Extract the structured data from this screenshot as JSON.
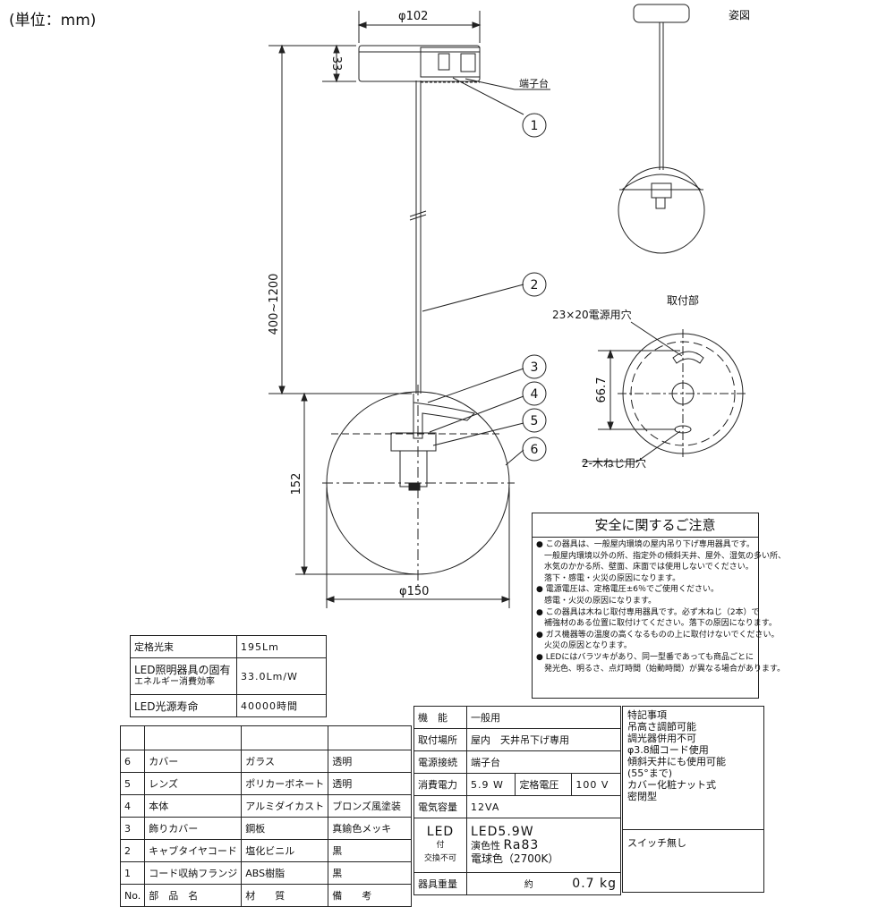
{
  "unit_note": "(単位：mm)",
  "view_label": "姿図",
  "dims": {
    "flange_dia": "φ102",
    "flange_h": "33",
    "cord_len": "400~1200",
    "globe_h": "152",
    "globe_dia": "φ150",
    "mount_dist": "66.7"
  },
  "labels": {
    "terminal": "端子台",
    "mount_section": "取付部",
    "power_hole": "23×20電源用穴",
    "screw_holes": "2-木ねじ用穴"
  },
  "callouts": [
    "1",
    "2",
    "3",
    "4",
    "5",
    "6"
  ],
  "safety": {
    "title": "安全に関するご注意",
    "lines": [
      "● この器具は、一般屋内環境の屋内吊り下げ専用器具です。",
      "　一般屋内環境以外の所、指定外の傾斜天井、屋外、湿気の多い所、",
      "　水気のかかる所、壁面、床面では使用しないでください。",
      "　落下・感電・火災の原因になります。",
      "● 電源電圧は、定格電圧±6％でご使用ください。",
      "　感電・火災の原因になります。",
      "● この器具は木ねじ取付専用器具です。必ず木ねじ（2本）で",
      "　補強材のある位置に取付けてください。落下の原因になります。",
      "● ガス機器等の温度の高くなるものの上に取付けないでください。",
      "　火災の原因となります。",
      "● LEDにはバラツキがあり、同一型番であっても商品ごとに",
      "　発光色、明るさ、点灯時間（始動時間）が異なる場合があります。"
    ]
  },
  "perf": {
    "rows": [
      {
        "label": "定格光束",
        "value": "195Lm"
      },
      {
        "label": "LED照明器具の固有",
        "label2": "エネルギー消費効率",
        "value": "33.0Lm/W"
      },
      {
        "label": "LED光源寿命",
        "value": "40000時間"
      }
    ]
  },
  "parts": {
    "rows": [
      {
        "no": "6",
        "name": "カバー",
        "material": "ガラス",
        "remark": "透明"
      },
      {
        "no": "5",
        "name": "レンズ",
        "material": "ポリカーボネート",
        "remark": "透明"
      },
      {
        "no": "4",
        "name": "本体",
        "material": "アルミダイカスト",
        "remark": "ブロンズ風塗装"
      },
      {
        "no": "3",
        "name": "飾りカバー",
        "material": "鋼板",
        "remark": "真鍮色メッキ"
      },
      {
        "no": "2",
        "name": "キャブタイヤコード",
        "material": "塩化ビニル",
        "remark": "黒"
      },
      {
        "no": "1",
        "name": "コード収納フランジ",
        "material": "ABS樹脂",
        "remark": "黒"
      }
    ],
    "footer": {
      "no": "No.",
      "name": "部　品　名",
      "material": "材　　質",
      "remark": "備　　考"
    }
  },
  "specs": {
    "function_label": "機　能",
    "function": "一般用",
    "place_label": "取付場所",
    "place": "屋内　天井吊下げ専用",
    "conn_label": "電源接続",
    "conn": "端子台",
    "power_label": "消費電力",
    "power": "5.9 W",
    "voltage_label": "定格電圧",
    "voltage": "100 V",
    "capacity_label": "電気容量",
    "capacity": "12VA",
    "led_label": "LED",
    "led_sub1": "付",
    "led_sub2": "交換不可",
    "led_l1": "LED5.9W",
    "led_l2a": "演色性",
    "led_l2b": "Ra83",
    "led_l3": "電球色（2700K）",
    "weight_label": "器具重量",
    "weight_pre": "約",
    "weight": "0.7 kg"
  },
  "features": {
    "title": "特記事項",
    "lines": [
      "吊高さ調節可能",
      "調光器併用不可",
      "φ3.8細コード使用",
      "傾斜天井にも使用可能",
      "(55°まで)",
      "カバー化粧ナット式",
      "密閉型"
    ],
    "switch": "スイッチ無し"
  }
}
